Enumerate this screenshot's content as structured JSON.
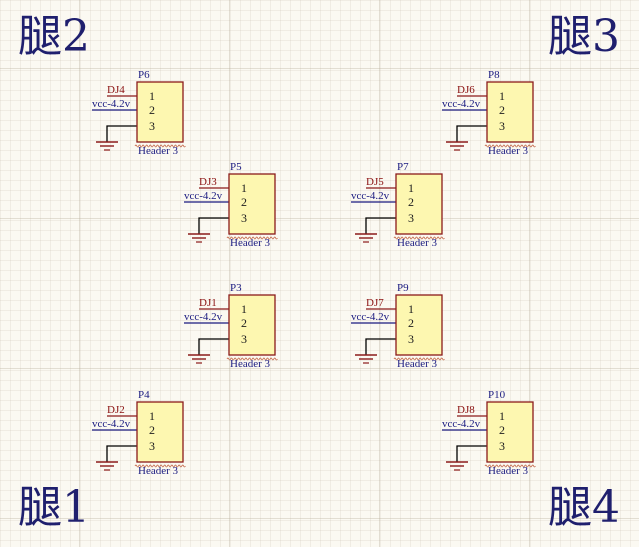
{
  "corners": [
    {
      "id": "tl",
      "label": "腿2"
    },
    {
      "id": "tr",
      "label": "腿3"
    },
    {
      "id": "bl",
      "label": "腿1"
    },
    {
      "id": "br",
      "label": "腿4"
    }
  ],
  "colors": {
    "body_fill": "#fdf7b0",
    "body_border": "#8b1a1a",
    "wire_signal": "#8b1a1a",
    "wire_power": "#1a1a80",
    "wire_ground": "#000000",
    "ground_symbol": "#8b1a1a"
  },
  "components": [
    {
      "designator": "P6",
      "comment": "Header 3",
      "pins": [
        "1",
        "2",
        "3"
      ],
      "net_signal": "DJ4",
      "net_power": "vcc-4.2v"
    },
    {
      "designator": "P8",
      "comment": "Header 3",
      "pins": [
        "1",
        "2",
        "3"
      ],
      "net_signal": "DJ6",
      "net_power": "vcc-4.2v"
    },
    {
      "designator": "P5",
      "comment": "Header 3",
      "pins": [
        "1",
        "2",
        "3"
      ],
      "net_signal": "DJ3",
      "net_power": "vcc-4.2v"
    },
    {
      "designator": "P7",
      "comment": "Header 3",
      "pins": [
        "1",
        "2",
        "3"
      ],
      "net_signal": "DJ5",
      "net_power": "vcc-4.2v"
    },
    {
      "designator": "P3",
      "comment": "Header 3",
      "pins": [
        "1",
        "2",
        "3"
      ],
      "net_signal": "DJ1",
      "net_power": "vcc-4.2v"
    },
    {
      "designator": "P9",
      "comment": "Header 3",
      "pins": [
        "1",
        "2",
        "3"
      ],
      "net_signal": "DJ7",
      "net_power": "vcc-4.2v"
    },
    {
      "designator": "P4",
      "comment": "Header 3",
      "pins": [
        "1",
        "2",
        "3"
      ],
      "net_signal": "DJ2",
      "net_power": "vcc-4.2v"
    },
    {
      "designator": "P10",
      "comment": "Header 3",
      "pins": [
        "1",
        "2",
        "3"
      ],
      "net_signal": "DJ8",
      "net_power": "vcc-4.2v"
    }
  ]
}
